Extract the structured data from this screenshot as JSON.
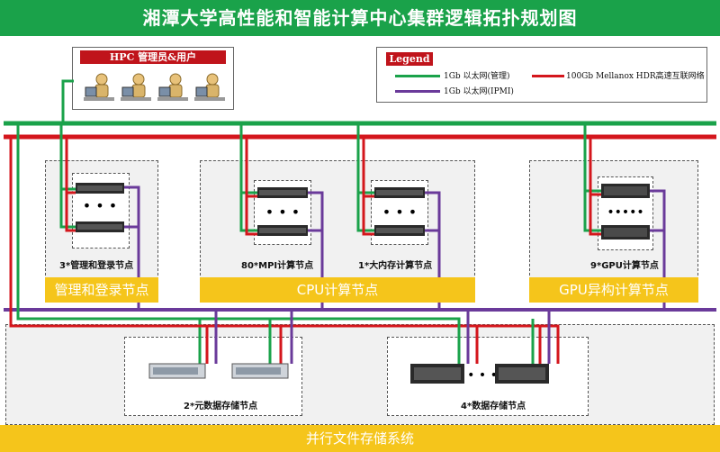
{
  "title": "湘潭大学高性能和智能计算中心集群逻辑拓扑规划图",
  "hpc_box": {
    "title": "HPC 管理员&用户",
    "user_count": 4,
    "user_icon": "user-workstation-icon"
  },
  "legend": {
    "title": "Legend",
    "items": [
      {
        "label": "1Gb 以太网(管理)",
        "color": "#1aa24a"
      },
      {
        "label": "100Gb Mellanox HDR高速互联网络",
        "color": "#d4161c"
      },
      {
        "label": "1Gb 以太网(IPMI)",
        "color": "#6a3a9a"
      }
    ]
  },
  "groups": {
    "mgmt": {
      "node_label": "3*管理和登录节点",
      "group_label": "管理和登录节点"
    },
    "cpu": {
      "mpi_label": "80*MPI计算节点",
      "bigmem_label": "1*大内存计算节点",
      "group_label": "CPU计算节点"
    },
    "gpu": {
      "node_label": "9*GPU计算节点",
      "group_label": "GPU异构计算节点"
    },
    "storage": {
      "meta_label": "2*元数据存储节点",
      "data_label": "4*数据存储节点",
      "group_label": "并行文件存储系统"
    }
  },
  "colors": {
    "green": "#1aa24a",
    "red": "#d4161c",
    "purple": "#6a3a9a",
    "gold": "#f5c51b"
  }
}
